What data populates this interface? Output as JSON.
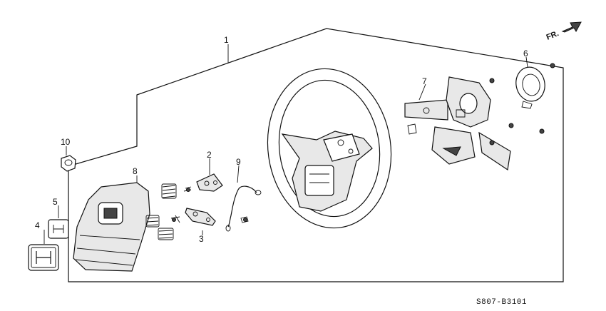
{
  "diagram": {
    "orientation_label": "FR.",
    "drawing_code": "S807-B3101",
    "callouts": {
      "c1": "1",
      "c2": "2",
      "c3": "3",
      "c4": "4",
      "c5": "5",
      "c6": "6",
      "c7": "7",
      "c8": "8",
      "c9": "9",
      "c10": "10"
    }
  }
}
